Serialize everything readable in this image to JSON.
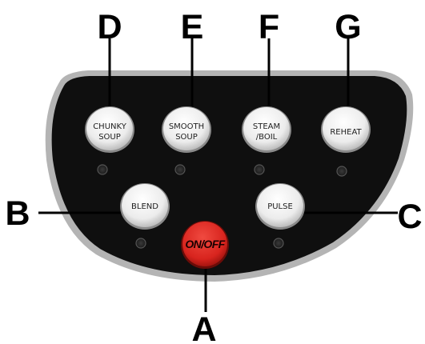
{
  "callouts": {
    "a": "A",
    "b": "B",
    "c": "C",
    "d": "D",
    "e": "E",
    "f": "F",
    "g": "G"
  },
  "buttons": {
    "chunky_soup": {
      "line1": "CHUNKY",
      "line2": "SOUP"
    },
    "smooth_soup": {
      "line1": "SMOOTH",
      "line2": "SOUP"
    },
    "steam_boil": {
      "line1": "STEAM",
      "line2": "/BOIL"
    },
    "reheat": {
      "label": "REHEAT"
    },
    "blend": {
      "label": "BLEND"
    },
    "pulse": {
      "label": "PULSE"
    },
    "on_off": {
      "label": "ON/OFF"
    }
  },
  "colors": {
    "panel": "#0f0f0f",
    "panel_border": "#b4b4b4",
    "button": "#f2f2f2",
    "power_button": "#d8241e",
    "indicator": "#2a2a2a"
  }
}
